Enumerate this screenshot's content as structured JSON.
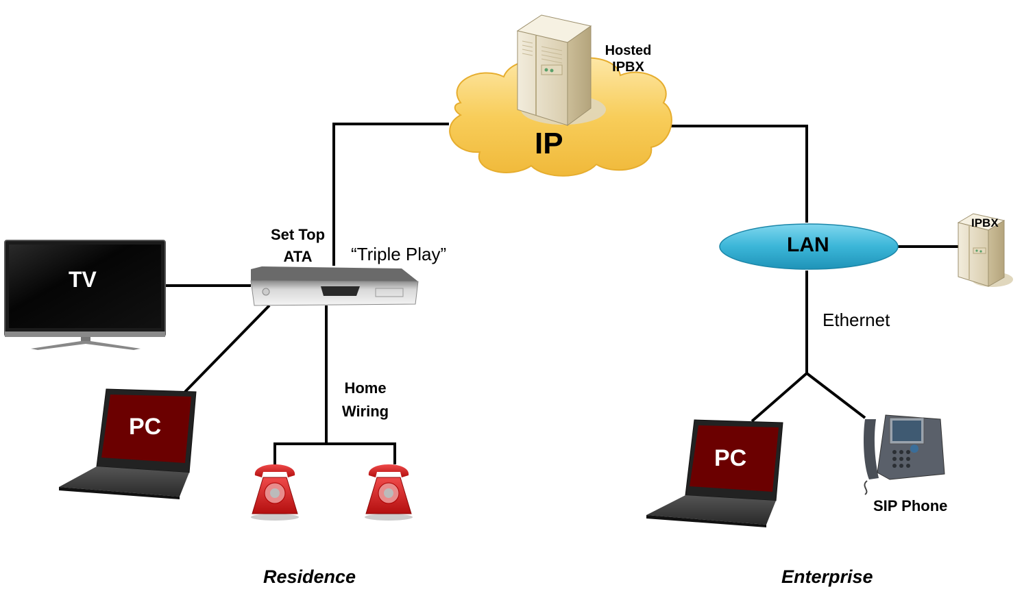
{
  "diagram": {
    "cloud": {
      "label": "IP",
      "color": "#f7c54a"
    },
    "hosted_server": {
      "label_line1": "Hosted",
      "label_line2": "IPBX"
    },
    "residence": {
      "section_label": "Residence",
      "set_top": {
        "label_line1": "Set Top",
        "label_line2": "ATA"
      },
      "triple_play_label": "“Triple Play”",
      "tv": {
        "label": "TV"
      },
      "pc": {
        "label": "PC",
        "screen_color": "#6b0000"
      },
      "home_wiring": {
        "label_line1": "Home",
        "label_line2": "Wiring"
      },
      "phones": [
        {
          "name": "phone-1"
        },
        {
          "name": "phone-2"
        }
      ]
    },
    "enterprise": {
      "section_label": "Enterprise",
      "lan": {
        "label": "LAN",
        "color": "#3bb6d8"
      },
      "ipbx": {
        "label": "IPBX"
      },
      "ethernet_label": "Ethernet",
      "pc": {
        "label": "PC",
        "screen_color": "#6b0000"
      },
      "sip_phone": {
        "label": "SIP Phone"
      }
    }
  }
}
